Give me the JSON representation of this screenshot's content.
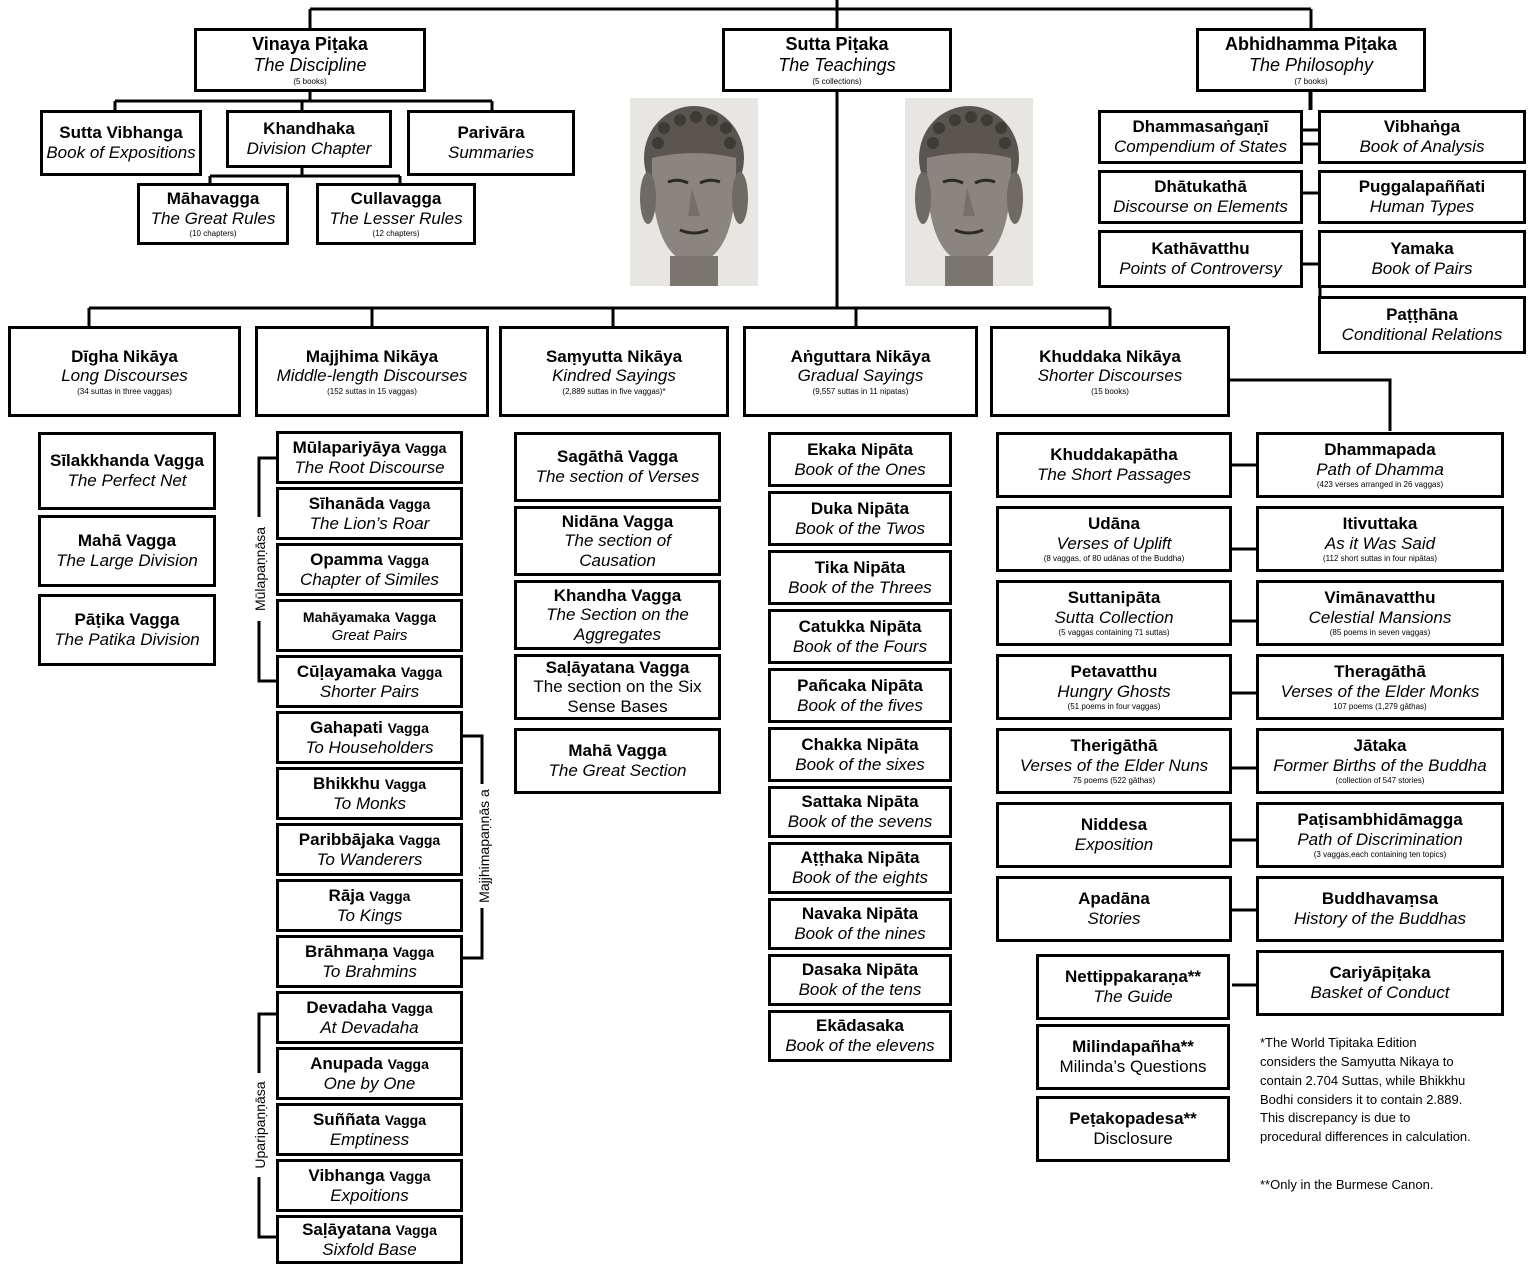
{
  "pitakas": {
    "vinaya": {
      "title": "Vinaya Piṭaka",
      "subtitle": "The Discipline",
      "note": "(5 books)"
    },
    "sutta": {
      "title": "Sutta Piṭaka",
      "subtitle": "The Teachings",
      "note": "(5 collections)"
    },
    "abhidhamma": {
      "title": "Abhidhamma Piṭaka",
      "subtitle": "The Philosophy",
      "note": "(7 books)"
    }
  },
  "vinaya_books": {
    "sutta_vibhanga": {
      "title": "Sutta Vibhanga",
      "subtitle": "Book of Expositions"
    },
    "khandhaka": {
      "title": "Khandhaka",
      "subtitle": "Division Chapter"
    },
    "parivara": {
      "title": "Parivāra",
      "subtitle": "Summaries"
    },
    "mahavagga": {
      "title": "Māhavagga",
      "subtitle": "The Great Rules",
      "note": "(10 chapters)"
    },
    "cullavagga": {
      "title": "Cullavagga",
      "subtitle": "The Lesser Rules",
      "note": "(12 chapters)"
    }
  },
  "abhidhamma_books": [
    {
      "title": "Dhammasaṅgaṇī",
      "subtitle": "Compendium of States"
    },
    {
      "title": "Vibhaṅga",
      "subtitle": "Book of Analysis"
    },
    {
      "title": "Dhātukathā",
      "subtitle": "Discourse on Elements"
    },
    {
      "title": "Puggalapaññati",
      "subtitle": "Human Types"
    },
    {
      "title": "Kathāvatthu",
      "subtitle": "Points of Controversy"
    },
    {
      "title": "Yamaka",
      "subtitle": "Book of Pairs"
    },
    {
      "title": "Paṭṭhāna",
      "subtitle": "Conditional Relations"
    }
  ],
  "nikayas": [
    {
      "title": "Dīgha Nikāya",
      "subtitle": "Long Discourses",
      "note": "(34 suttas in three vaggas)"
    },
    {
      "title": "Majjhima Nikāya",
      "subtitle": "Middle-length Discourses",
      "note": "(152 suttas in 15 vaggas)"
    },
    {
      "title": "Saṃyutta Nikāya",
      "subtitle": "Kindred Sayings",
      "note": "(2,889 suttas in five vaggas)*"
    },
    {
      "title": "Aṅguttara Nikāya",
      "subtitle": "Gradual Sayings",
      "note": "(9,557 suttas in 11 nipatas)"
    },
    {
      "title": "Khuddaka Nikāya",
      "subtitle": "Shorter Discourses",
      "note": "(15 books)"
    }
  ],
  "digha_vaggas": [
    {
      "title": "Sīlakkhanda Vagga",
      "subtitle": "The Perfect Net"
    },
    {
      "title": "Mahā Vagga",
      "subtitle": "The Large Division"
    },
    {
      "title": "Pāṭika Vagga",
      "subtitle": "The Patika Division"
    }
  ],
  "majjhima_vaggas": [
    {
      "name": "Mūlapariyāya",
      "word": "Vagga",
      "subtitle": "The Root Discourse"
    },
    {
      "name": "Sīhanāda",
      "word": "Vagga",
      "subtitle": "The Lion’s Roar"
    },
    {
      "name": "Opamma",
      "word": "Vagga",
      "subtitle": "Chapter of Similes"
    },
    {
      "name": "Mahāyamaka",
      "word": "Vagga",
      "subtitle": "Great Pairs"
    },
    {
      "name": "Cūḷayamaka",
      "word": "Vagga",
      "subtitle": "Shorter Pairs"
    },
    {
      "name": "Gahapati",
      "word": "Vagga",
      "subtitle": "To Householders"
    },
    {
      "name": "Bhikkhu",
      "word": "Vagga",
      "subtitle": "To Monks"
    },
    {
      "name": "Paribbājaka",
      "word": "Vagga",
      "subtitle": "To Wanderers"
    },
    {
      "name": "Rāja",
      "word": "Vagga",
      "subtitle": "To Kings"
    },
    {
      "name": "Brāhmaṇa",
      "word": "Vagga",
      "subtitle": "To Brahmins"
    },
    {
      "name": "Devadaha",
      "word": "Vagga",
      "subtitle": "At Devadaha"
    },
    {
      "name": "Anupada",
      "word": "Vagga",
      "subtitle": "One by One"
    },
    {
      "name": "Suññata",
      "word": "Vagga",
      "subtitle": "Emptiness"
    },
    {
      "name": "Vibhanga",
      "word": "Vagga",
      "subtitle": "Expoitions"
    },
    {
      "name": "Saḷāyatana",
      "word": "Vagga",
      "subtitle": "Sixfold Base"
    }
  ],
  "majjhima_groups": [
    "Mūlapaṇṇāsa",
    "Majjhimapaṇṇās a",
    "Uparipaṇṇāsa"
  ],
  "samyutta_vaggas": [
    {
      "title": "Sagāthā Vagga",
      "subtitle": "The section of Verses"
    },
    {
      "title": "Nidāna Vagga",
      "subtitle": "The section of Causation"
    },
    {
      "title": "Khandha Vagga",
      "subtitle": "The Section on the Aggregates"
    },
    {
      "title": "Saḷāyatana Vagga",
      "subtitle": "The section on the Six Sense Bases"
    },
    {
      "title": "Mahā Vagga",
      "subtitle": "The Great Section"
    }
  ],
  "anguttara_nipatas": [
    {
      "title": "Ekaka Nipāta",
      "subtitle": "Book of the Ones"
    },
    {
      "title": "Duka Nipāta",
      "subtitle": "Book of the Twos"
    },
    {
      "title": "Tika Nipāta",
      "subtitle": "Book of the Threes"
    },
    {
      "title": "Catukka Nipāta",
      "subtitle": "Book of the Fours"
    },
    {
      "title": "Pañcaka Nipāta",
      "subtitle": "Book of the fives"
    },
    {
      "title": "Chakka Nipāta",
      "subtitle": "Book of the sixes"
    },
    {
      "title": "Sattaka Nipāta",
      "subtitle": "Book of the sevens"
    },
    {
      "title": "Aṭṭhaka Nipāta",
      "subtitle": "Book of the eights"
    },
    {
      "title": "Navaka Nipāta",
      "subtitle": "Book of the nines"
    },
    {
      "title": "Dasaka Nipāta",
      "subtitle": "Book of the tens"
    },
    {
      "title": "Ekādasaka",
      "subtitle": "Book of the elevens"
    }
  ],
  "khuddaka_books": [
    {
      "title": "Khuddakapātha",
      "subtitle": "The Short Passages"
    },
    {
      "title": "Dhammapada",
      "subtitle": "Path of Dhamma",
      "note": "(423 verses arranged in 26 vaggas)"
    },
    {
      "title": "Udāna",
      "subtitle": "Verses of Uplift",
      "note": "(8 vaggas, of 80 udānas of the Buddha)"
    },
    {
      "title": "Itivuttaka",
      "subtitle": "As it Was Said",
      "note": "(112 short suttas in four nipātas)"
    },
    {
      "title": "Suttanipāta",
      "subtitle": "Sutta Collection",
      "note": "(5 vaggas containing 71 suttas)"
    },
    {
      "title": "Vimānavatthu",
      "subtitle": "Celestial Mansions",
      "note": "(85 poems in seven vaggas)"
    },
    {
      "title": "Petavatthu",
      "subtitle": "Hungry Ghosts",
      "note": "(51 poems in four vaggas)"
    },
    {
      "title": "Theragāthā",
      "subtitle": "Verses of the Elder Monks",
      "note": "107 poems (1,279 gāthas)"
    },
    {
      "title": "Therigāthā",
      "subtitle": "Verses of the Elder Nuns",
      "note": "75 poems (522 gāthas)"
    },
    {
      "title": "Jātaka",
      "subtitle": "Former Births of the Buddha",
      "note": "(collection of 547 stories)"
    },
    {
      "title": "Niddesa",
      "subtitle": "Exposition"
    },
    {
      "title": "Paṭisambhidāmagga",
      "subtitle": "Path of Discrimination",
      "note": "(3 vaggas,each containing ten topics)"
    },
    {
      "title": "Apadāna",
      "subtitle": "Stories"
    },
    {
      "title": "Buddhavaṃsa",
      "subtitle": "History of the Buddhas"
    },
    {
      "title": "Nettippakaraṇa**",
      "subtitle": "The Guide"
    },
    {
      "title": "Cariyāpiṭaka",
      "subtitle": "Basket of Conduct"
    },
    {
      "title": "Milindapañha**",
      "subtitle": "Milinda’s Questions"
    },
    {
      "title": "Peṭakopadesa**",
      "subtitle": "Disclosure"
    }
  ],
  "footnotes": {
    "lines": [
      "*The World Tipitaka Edition",
      "considers the Samyutta Nikaya to",
      "contain 2.704 Suttas, while Bhikkhu",
      "Bodhi considers it to contain 2.889.",
      "This discrepancy is due to",
      "procedural differences in calculation."
    ],
    "burmese": "**Only in the Burmese Canon."
  },
  "icons": {
    "buddha_head_left": "buddha-head-icon",
    "buddha_head_right": "buddha-head-icon"
  }
}
